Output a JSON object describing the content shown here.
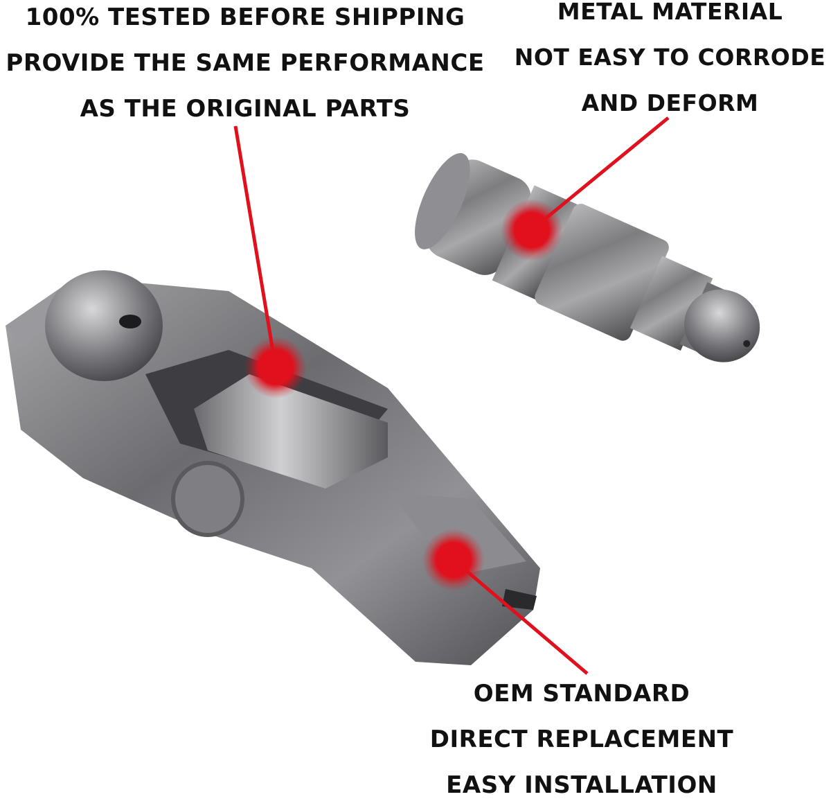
{
  "callouts": {
    "top_left": {
      "lines": [
        "100% TESTED BEFORE SHIPPING",
        "PROVIDE THE SAME PERFORMANCE",
        "AS THE ORIGINAL PARTS"
      ]
    },
    "top_right": {
      "lines": [
        "METAL MATERIAL",
        "NOT EASY TO CORRODE",
        "AND DEFORM"
      ]
    },
    "bottom_right": {
      "lines": [
        "OEM STANDARD",
        "DIRECT REPLACEMENT",
        "EASY INSTALLATION"
      ]
    }
  },
  "colors": {
    "marker_red": "#e0101c",
    "text": "#111111",
    "metal": "#8a8a8c",
    "background": "#ffffff"
  }
}
